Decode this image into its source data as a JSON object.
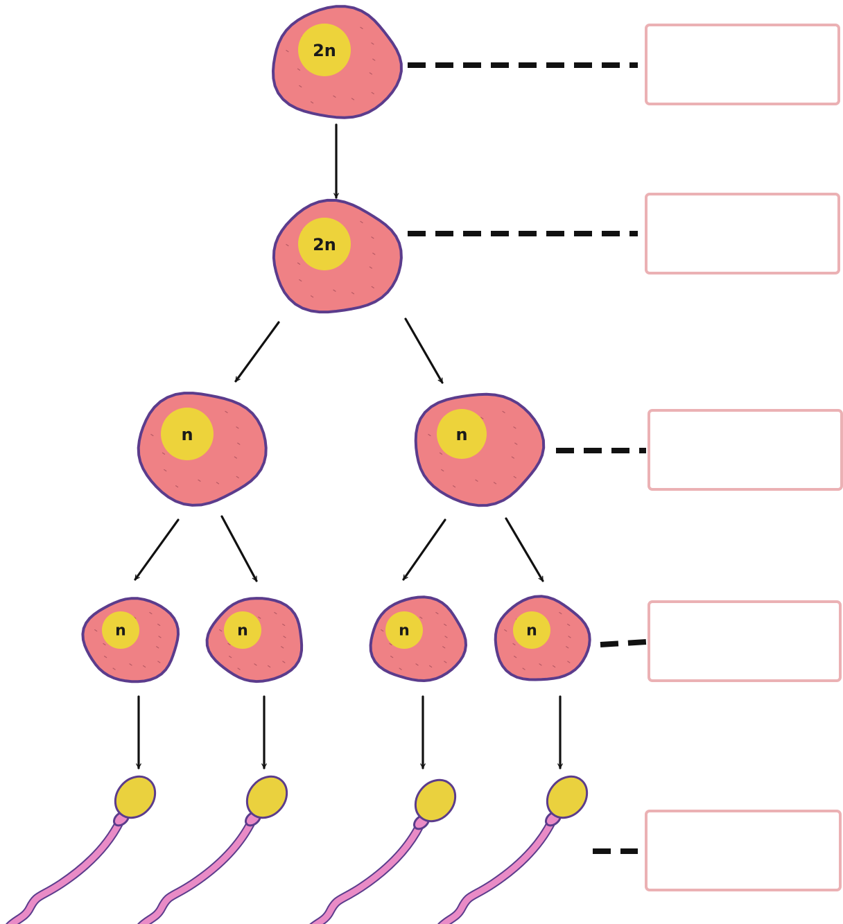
{
  "colors": {
    "cell_fill": "#EF8185",
    "cell_outline": "#5B3C8C",
    "nucleus_fill": "#EDD33B",
    "arrow": "#111111",
    "connector": "#111111",
    "answer_box_border": "#EBB1B4",
    "sperm_head": "#EAD13E",
    "sperm_tail": "#E98BC6"
  },
  "cells": [
    {
      "id": "spermatogonium",
      "ploidy": "2n"
    },
    {
      "id": "primary-spermatocyte",
      "ploidy": "2n"
    },
    {
      "id": "secondary-spermatocyte-left",
      "ploidy": "n"
    },
    {
      "id": "secondary-spermatocyte-right",
      "ploidy": "n"
    },
    {
      "id": "spermatid-1",
      "ploidy": "n"
    },
    {
      "id": "spermatid-2",
      "ploidy": "n"
    },
    {
      "id": "spermatid-3",
      "ploidy": "n"
    },
    {
      "id": "spermatid-4",
      "ploidy": "n"
    }
  ],
  "sperm_count": 4,
  "answer_boxes": [
    {
      "id": "stage-1",
      "value": ""
    },
    {
      "id": "stage-2",
      "value": ""
    },
    {
      "id": "stage-3",
      "value": ""
    },
    {
      "id": "stage-4",
      "value": ""
    },
    {
      "id": "stage-5",
      "value": ""
    }
  ]
}
